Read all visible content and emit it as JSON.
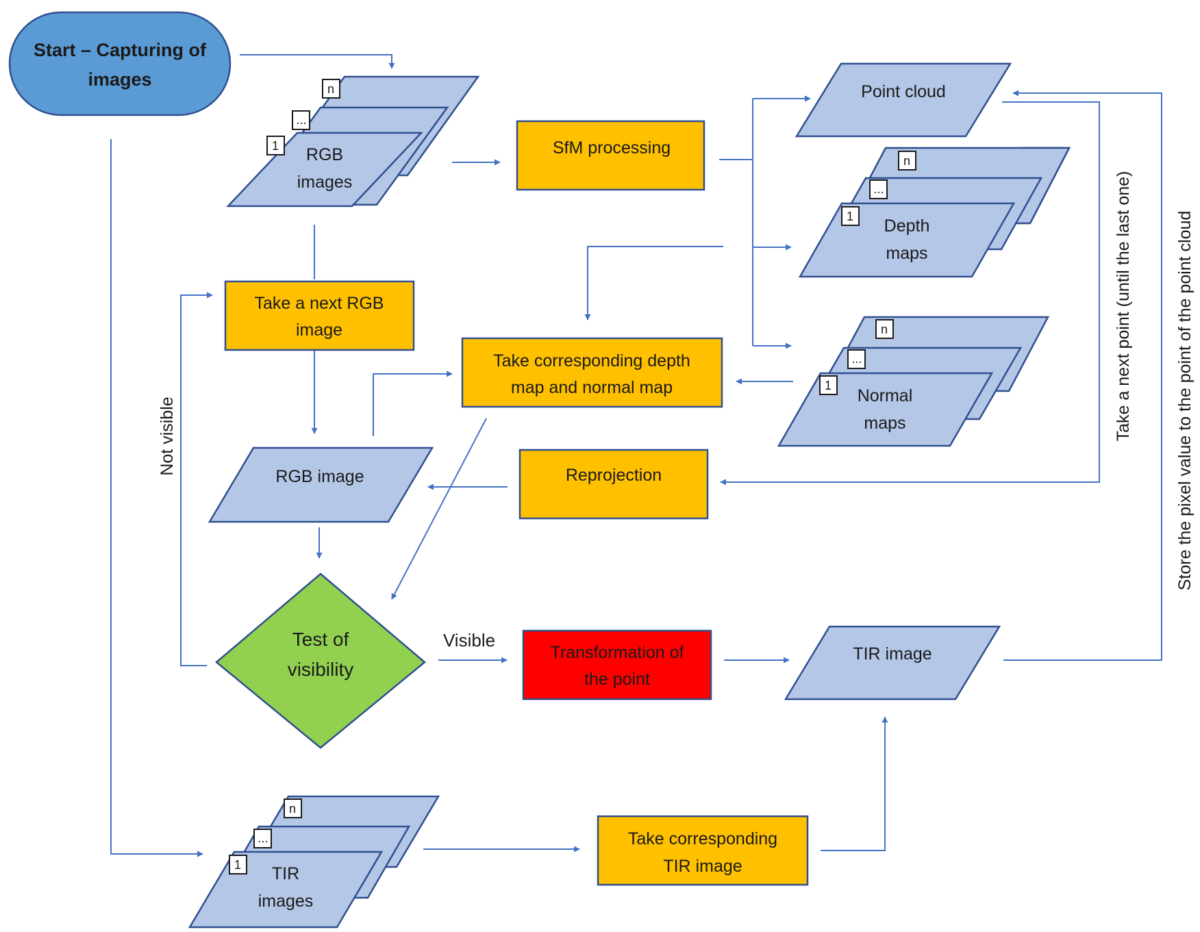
{
  "start": {
    "line1": "Start – Capturing of",
    "line2": "images"
  },
  "rgb_images": {
    "badge_n": "n",
    "badge_dots": "...",
    "badge_1": "1",
    "line1": "RGB",
    "line2": "images"
  },
  "sfm": {
    "label": "SfM processing"
  },
  "point_cloud": {
    "label": "Point cloud"
  },
  "depth_maps": {
    "badge_n": "n",
    "badge_dots": "...",
    "badge_1": "1",
    "line1": "Depth",
    "line2": "maps"
  },
  "normal_maps": {
    "badge_n": "n",
    "badge_dots": "...",
    "badge_1": "1",
    "line1": "Normal",
    "line2": "maps"
  },
  "take_next_rgb": {
    "line1": "Take a next RGB",
    "line2": "image"
  },
  "take_depth_normal": {
    "line1": "Take corresponding depth",
    "line2": "map and normal map"
  },
  "rgb_image": {
    "label": "RGB image"
  },
  "reprojection": {
    "label": "Reprojection"
  },
  "test_visibility": {
    "line1": "Test of",
    "line2": "visibility"
  },
  "transformation": {
    "line1": "Transformation of",
    "line2": "the point"
  },
  "tir_image": {
    "label": "TIR image"
  },
  "tir_images": {
    "badge_n": "n",
    "badge_dots": "...",
    "badge_1": "1",
    "line1": "TIR",
    "line2": "images"
  },
  "take_tir": {
    "line1": "Take corresponding",
    "line2": "TIR image"
  },
  "edge_labels": {
    "not_visible": "Not visible",
    "visible": "Visible",
    "take_next_point": "Take a next point (until the last one)",
    "store_pixel": "Store the pixel value to the point of the point cloud"
  },
  "colors": {
    "data_fill": "#b4c7e7",
    "process_fill": "#ffc000",
    "transform_fill": "#ff0000",
    "decision_fill": "#92d050",
    "start_fill": "#5b9bd5",
    "connector": "#4472c4"
  }
}
